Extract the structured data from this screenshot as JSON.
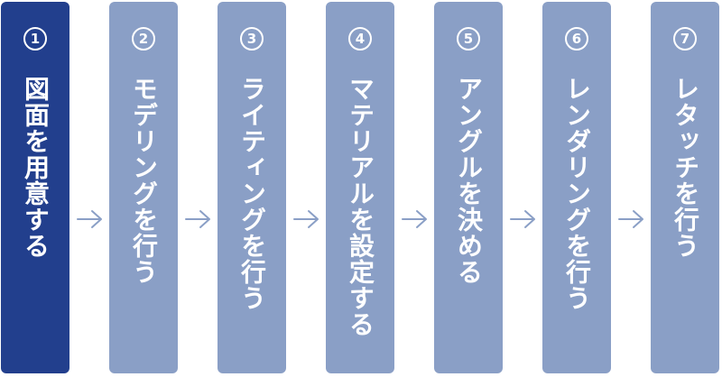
{
  "colors": {
    "active_step": "#223f8d",
    "step": "#8a9fc6",
    "arrow": "#8a9fc6",
    "text": "#ffffff"
  },
  "steps": [
    {
      "number": "1",
      "label": "図面を用意する",
      "active": true
    },
    {
      "number": "2",
      "label": "モデリングを行う",
      "active": false
    },
    {
      "number": "3",
      "label": "ライティングを行う",
      "active": false
    },
    {
      "number": "4",
      "label": "マテリアルを設定する",
      "active": false
    },
    {
      "number": "5",
      "label": "アングルを決める",
      "active": false
    },
    {
      "number": "6",
      "label": "レンダリングを行う",
      "active": false
    },
    {
      "number": "7",
      "label": "レタッチを行う",
      "active": false
    }
  ],
  "connector_icon": "arrow-right-icon"
}
